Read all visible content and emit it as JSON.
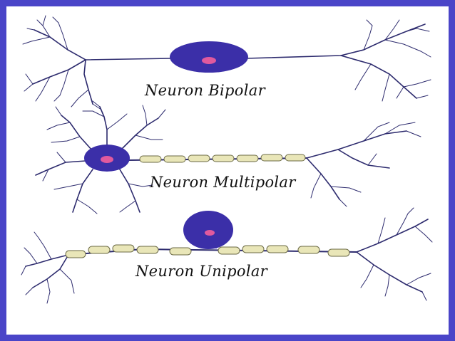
{
  "labels": {
    "bipolar": "Neuron Bipolar",
    "multipolar": "Neuron Multipolar",
    "unipolar": "Neuron Unipolar"
  },
  "colors": {
    "frame": "#4a45c8",
    "soma": "#3b2fa8",
    "nucleus": "#e05a9e",
    "dendrite": "#2d2b6e",
    "myelin": "#e9e6b8"
  }
}
